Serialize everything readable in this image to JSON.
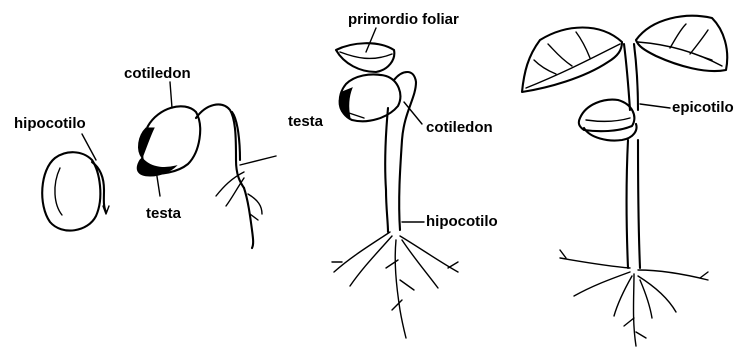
{
  "labels": {
    "hipocotilo_1": "hipocotilo",
    "cotiledon_1": "cotiledon",
    "testa_1": "testa",
    "primordio_foliar": "primordio foliar",
    "testa_2": "testa",
    "cotiledon_2": "cotiledon",
    "hipocotilo_2": "hipocotilo",
    "epicotilo": "epicotilo"
  },
  "colors": {
    "ink": "#000000",
    "background": "#ffffff"
  }
}
